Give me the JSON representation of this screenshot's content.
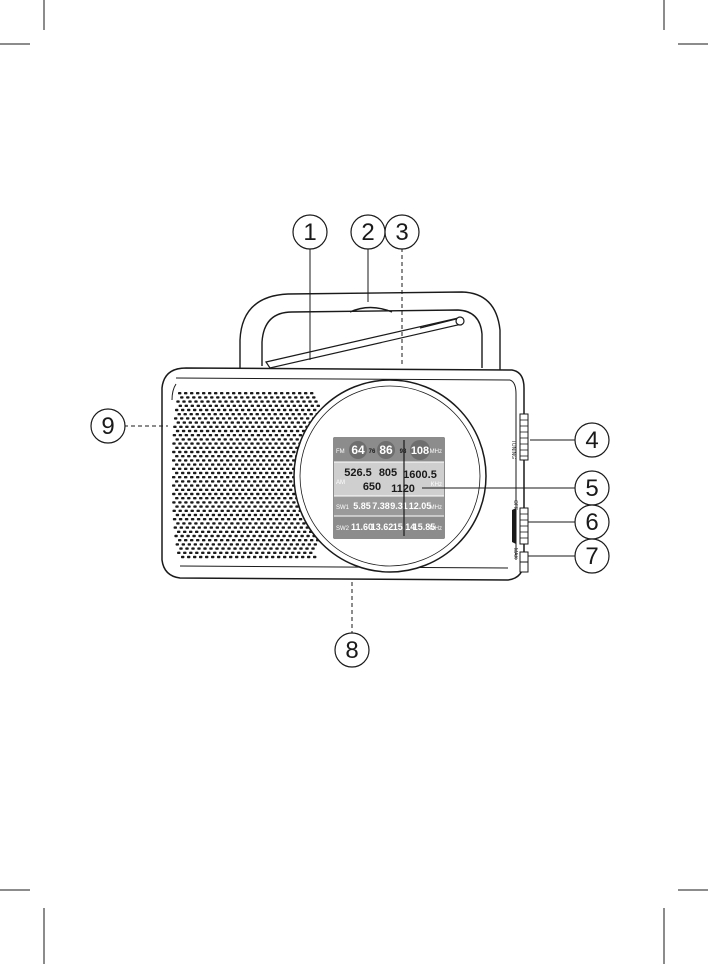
{
  "callouts": {
    "c1": "1",
    "c2": "2",
    "c3": "3",
    "c4": "4",
    "c5": "5",
    "c6": "6",
    "c7": "7",
    "c8": "8",
    "c9": "9"
  },
  "dial": {
    "fm_label": "FM",
    "fm_unit": "MHz",
    "fm_64": "64",
    "fm_76": "76",
    "fm_86": "86",
    "fm_98": "98",
    "fm_108": "108",
    "am_label": "AM",
    "am_unit": "KHz",
    "am_5265": "526.5",
    "am_805": "805",
    "am_16005": "1600.5",
    "am_650": "650",
    "am_1120": "1120",
    "sw1_label": "SW1",
    "sw1_unit": "MHz",
    "sw1_585": "5.85",
    "sw1_738": "7.38",
    "sw1_931": "9.31",
    "sw1_1205": "12.05",
    "sw2_label": "SW2",
    "sw2_unit": "MHz",
    "sw2_1160": "11.60",
    "sw2_1262": "13.62",
    "sw2_1514": "15.14",
    "sw2_1585": "15.85"
  },
  "side_labels": {
    "tuning": "TUNING",
    "off": "OFF",
    "max": "MAX"
  },
  "colors": {
    "line": "#1a1a1a",
    "dial_dark": "#8c8c8c",
    "dial_mid": "#b4b4b4",
    "dial_light": "#cfcfcf"
  }
}
